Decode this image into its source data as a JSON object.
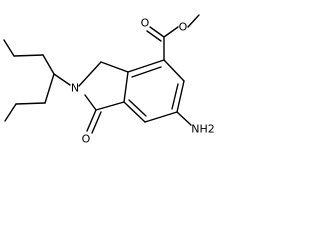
{
  "molecule": {
    "atoms": {
      "ester_oxygen_single": "O",
      "ester_oxygen_double": "O",
      "ring_nitrogen": "N",
      "lactam_oxygen": "O",
      "amine_group": "NH2"
    },
    "colors": {
      "bond": "#000000",
      "label": "#000000",
      "background": "#ffffff"
    }
  }
}
